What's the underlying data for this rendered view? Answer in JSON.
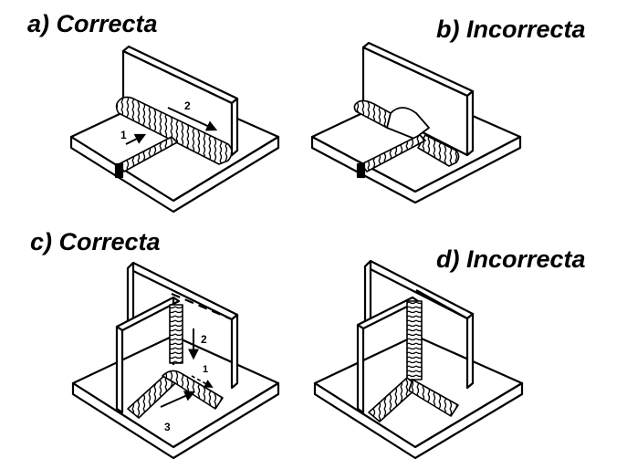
{
  "panels": {
    "a": {
      "label": "a) Correcta",
      "step_1": "1",
      "step_2": "2"
    },
    "b": {
      "label": "b) Incorrecta"
    },
    "c": {
      "label": "c) Correcta",
      "step_1": "1",
      "step_2": "2",
      "step_3": "3"
    },
    "d": {
      "label": "d) Incorrecta"
    }
  },
  "colors": {
    "ink": "#000000",
    "paper": "#ffffff",
    "shade": "#d9d9d9"
  }
}
